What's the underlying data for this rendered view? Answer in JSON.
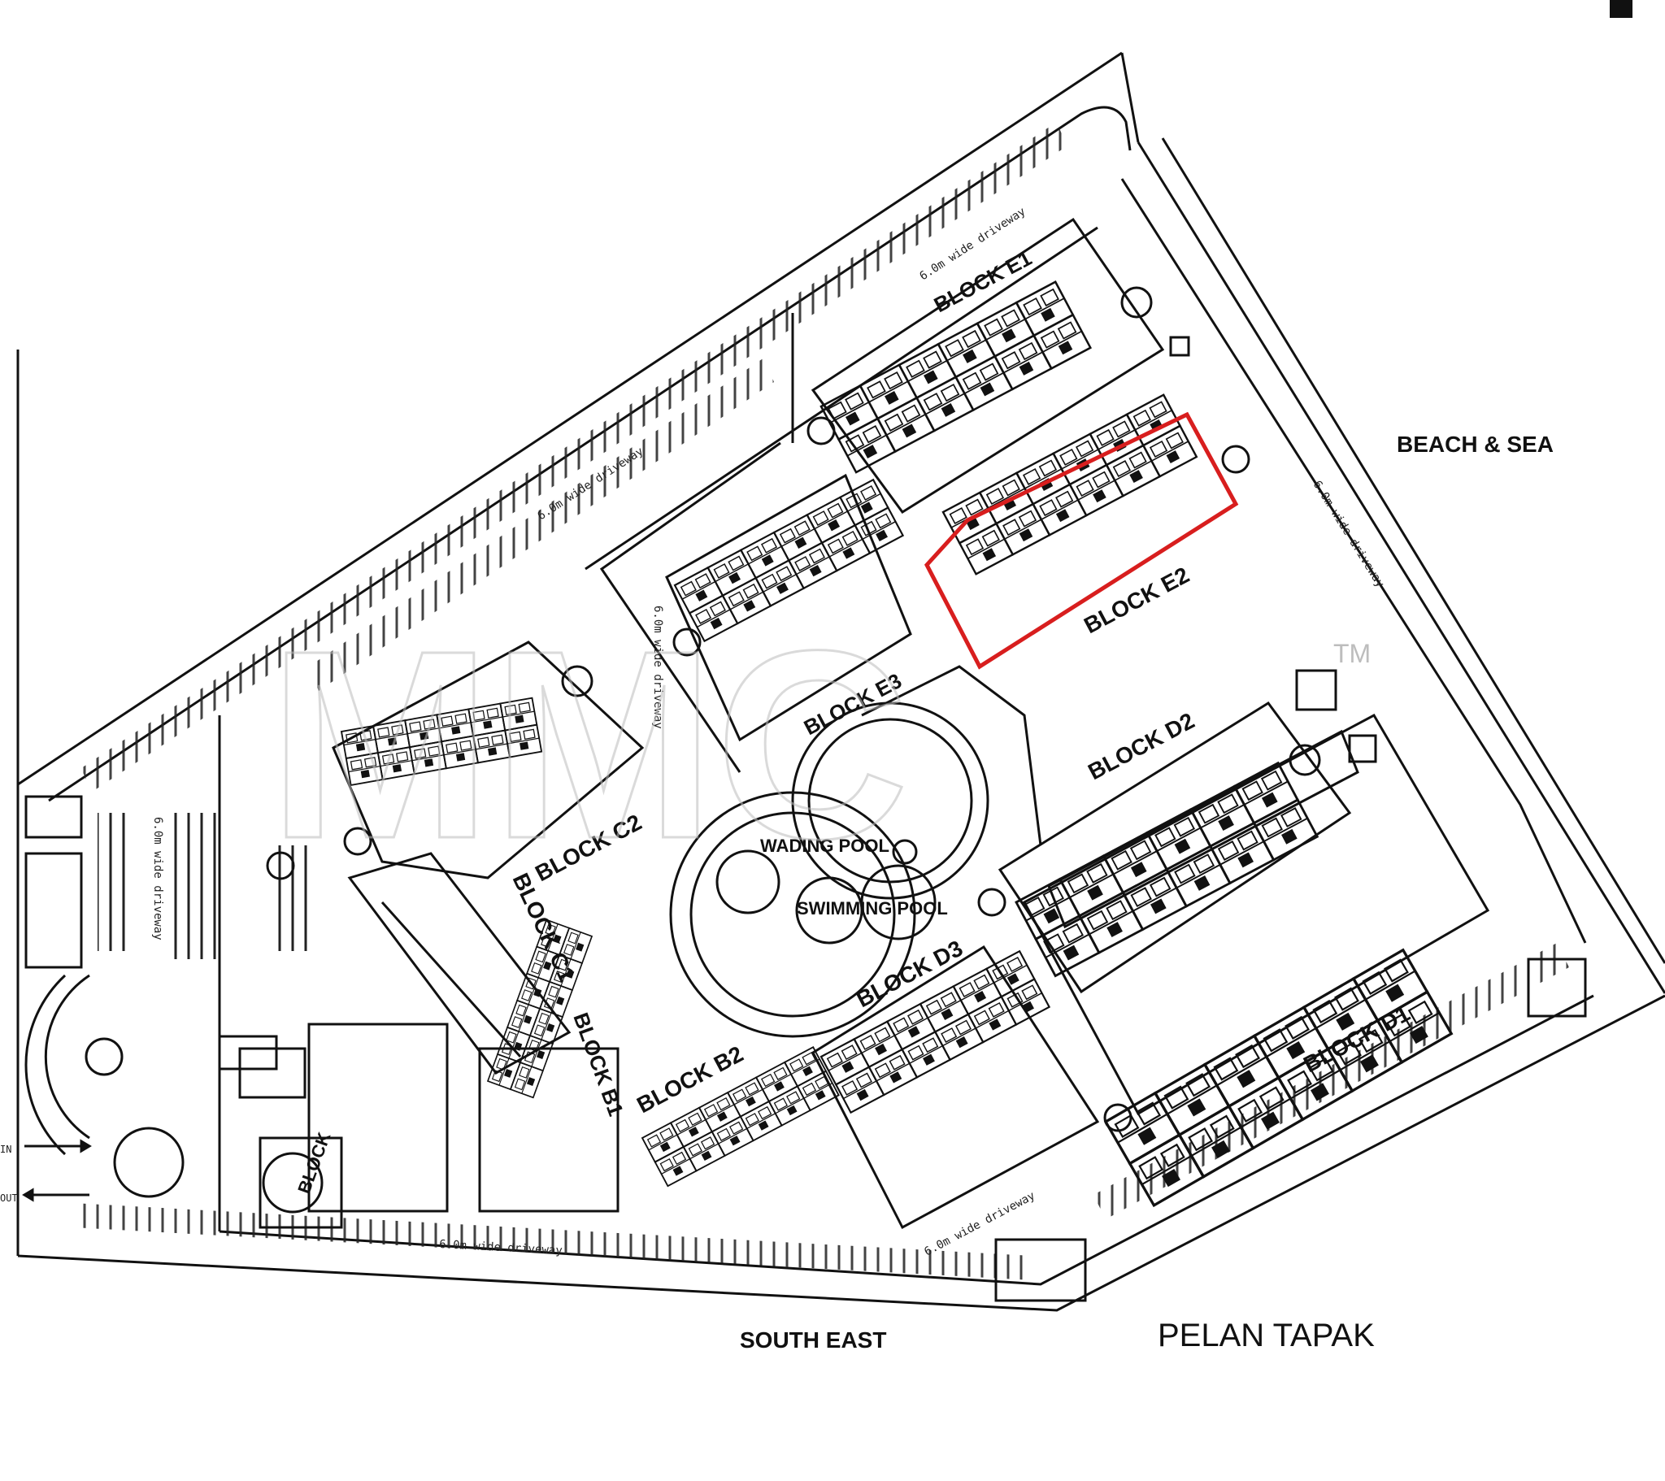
{
  "plan": {
    "title": "PELAN TAPAK",
    "direction_labels": {
      "east": "BEACH & SEA",
      "south": "SOUTH EAST"
    },
    "watermark": "MMC",
    "trademark": "TM",
    "driveway_note": "6.0m wide driveway",
    "blocks": {
      "b1": "BLOCK B1",
      "b2": "BLOCK B2",
      "c1": "BLOCK C1",
      "c2": "BLOCK C2",
      "d1": "BLOCK D1",
      "d2": "BLOCK D2",
      "d3": "BLOCK D3",
      "e1": "BLOCK E1",
      "e2": "BLOCK E2",
      "e3": "BLOCK E3",
      "a": "BLOCK"
    },
    "pools": {
      "wading": "WADING POOL",
      "swimming": "SWIMMING POOL"
    },
    "highlight": {
      "block": "BLOCK E2",
      "color": "#d81e1e"
    },
    "entry_marks": {
      "in": "IN",
      "out": "OUT"
    }
  }
}
